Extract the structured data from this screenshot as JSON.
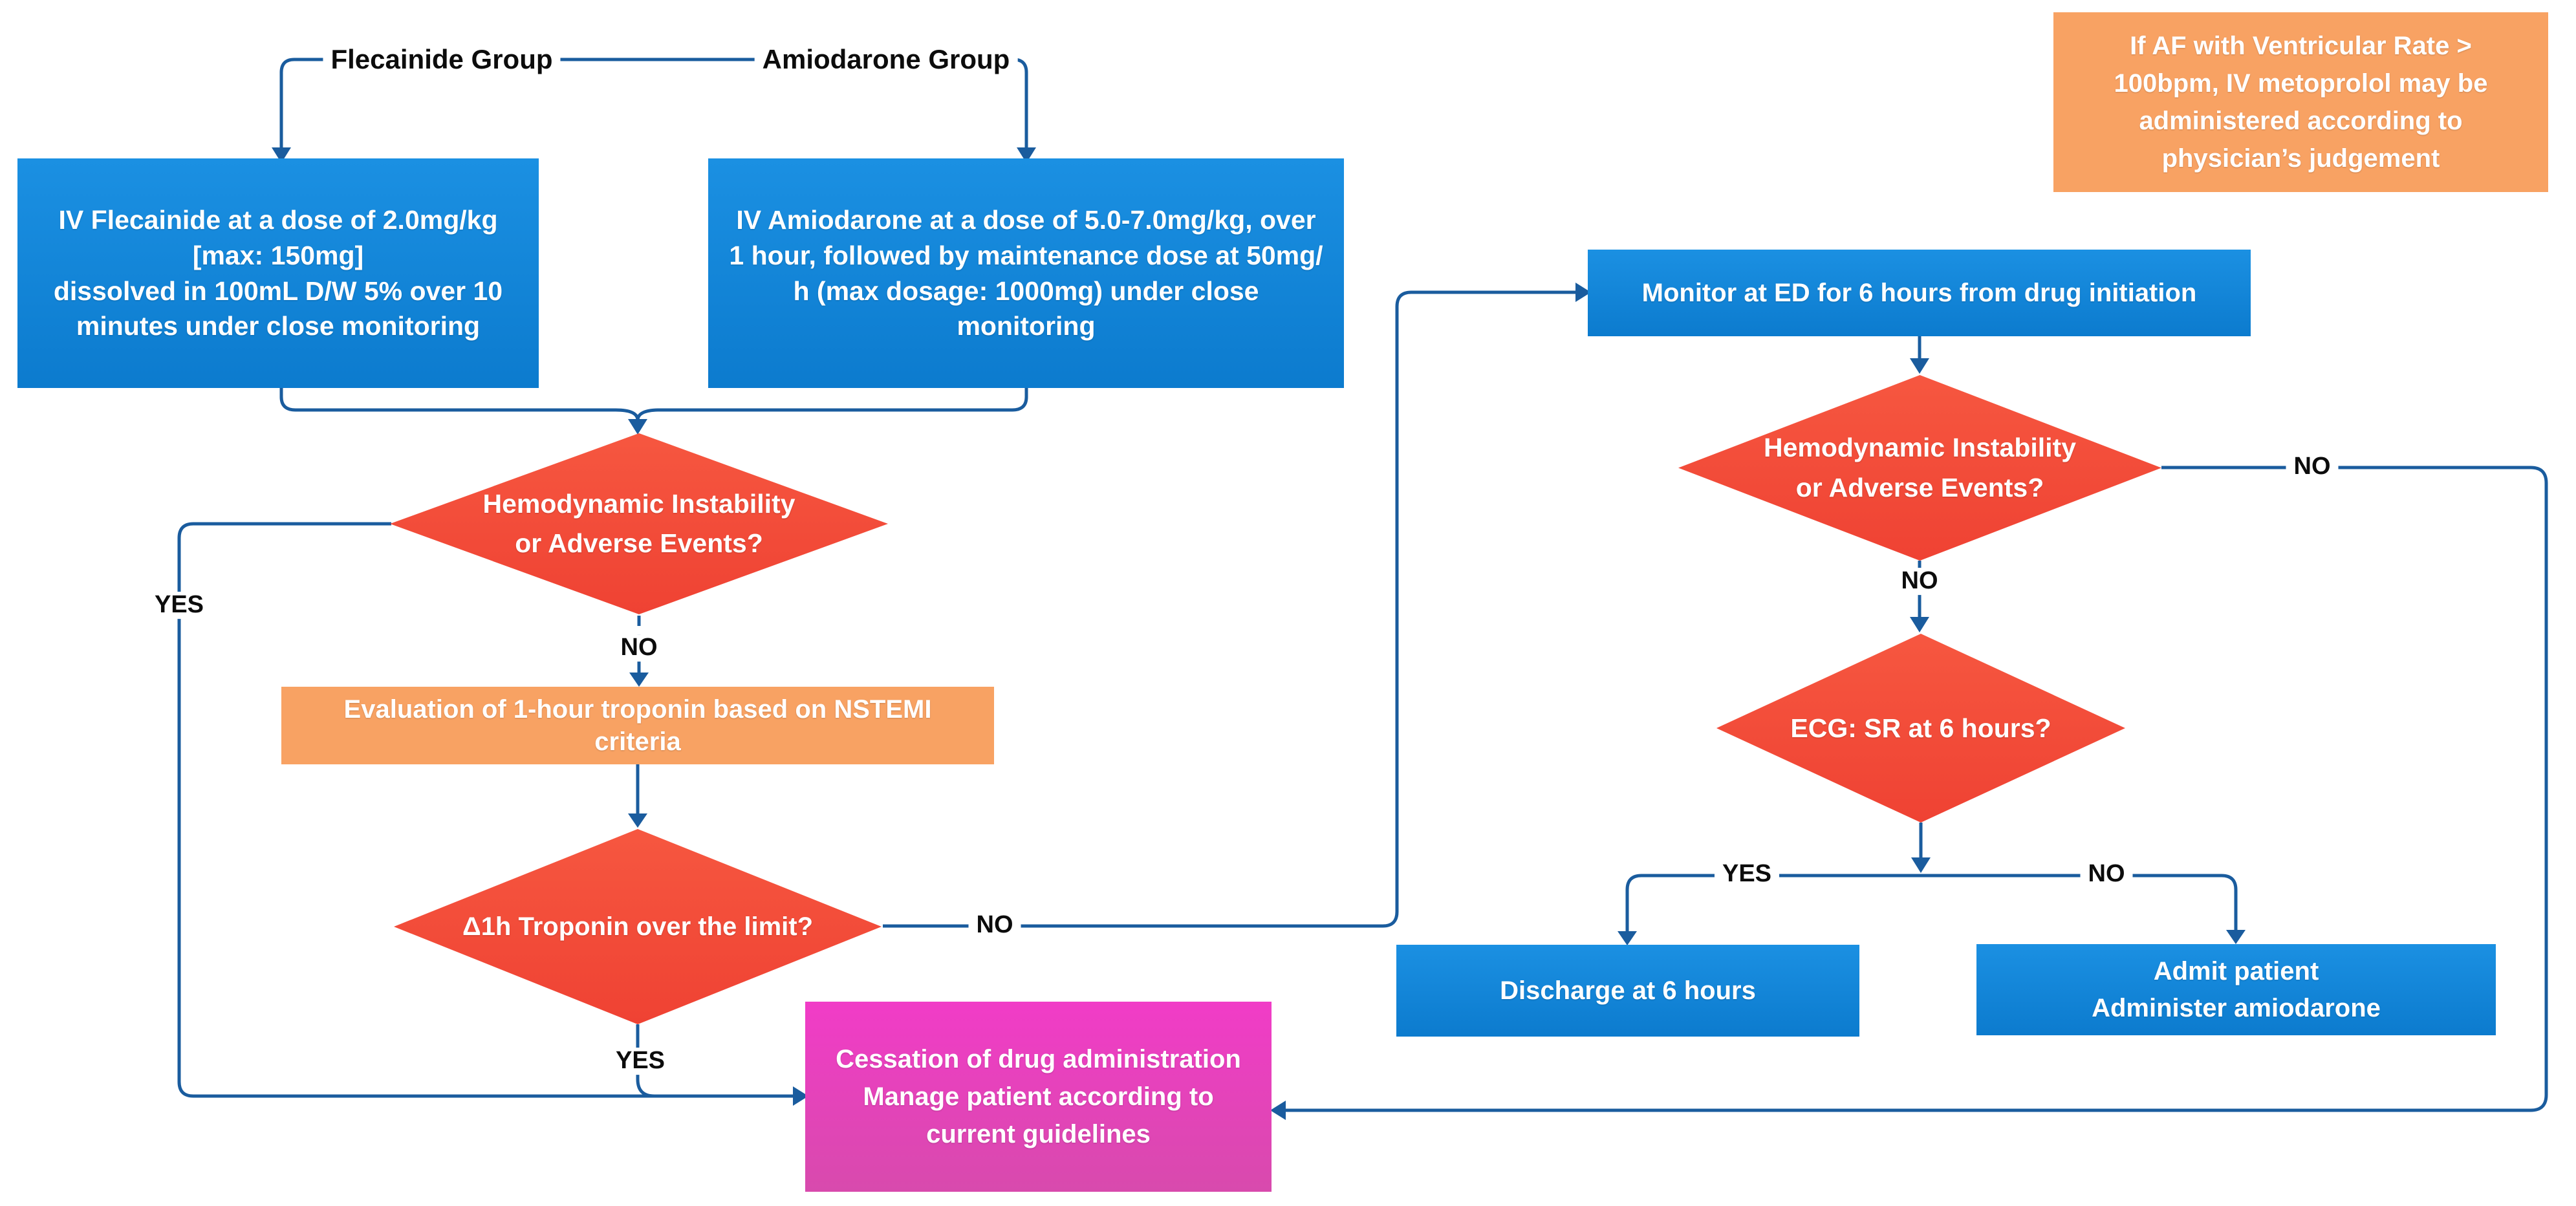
{
  "diagram": {
    "group_labels": {
      "flecainide": "Flecainide Group",
      "amiodarone": "Amiodarone Group"
    },
    "nodes": {
      "flecainide_box": {
        "lines": [
          "IV Flecainide at a dose of 2.0mg/kg",
          "[max: 150mg]",
          "dissolved in 100mL D/W 5% over 10",
          "minutes under close monitoring"
        ]
      },
      "amiodarone_box": {
        "lines": [
          "IV Amiodarone at a dose of 5.0-7.0mg/kg, over",
          "1 hour, followed by maintenance dose at 50mg/",
          "h (max dosage: 1000mg) under close",
          "monitoring"
        ]
      },
      "note_box": {
        "lines": [
          "If AF with Ventricular Rate >",
          "100bpm, IV metoprolol may be",
          "administered according to",
          "physician’s judgement"
        ]
      },
      "hemo1_diamond": {
        "lines": [
          "Hemodynamic Instability",
          "or Adverse Events?"
        ]
      },
      "eval_box": {
        "lines": [
          "Evaluation of 1-hour troponin based on NSTEMI",
          "criteria"
        ]
      },
      "troponin_diamond": {
        "lines": [
          "Δ1h Troponin over the limit?"
        ]
      },
      "monitor_box": {
        "lines": [
          "Monitor at ED for 6 hours from drug initiation"
        ]
      },
      "hemo2_diamond": {
        "lines": [
          "Hemodynamic Instability",
          "or Adverse Events?"
        ]
      },
      "ecg_diamond": {
        "lines": [
          "ECG: SR at 6 hours?"
        ]
      },
      "discharge_box": {
        "lines": [
          "Discharge at 6 hours"
        ]
      },
      "admit_box": {
        "lines": [
          "Admit patient",
          "Administer amiodarone"
        ]
      },
      "cessation_box": {
        "lines": [
          "Cessation of drug administration",
          "Manage patient according to",
          "current guidelines"
        ]
      }
    },
    "edge_labels": {
      "hemo1_yes": "YES",
      "hemo1_no": "NO",
      "troponin_no": "NO",
      "troponin_yes": "YES",
      "hemo2_no_right": "NO",
      "hemo2_no_down": "NO",
      "ecg_yes": "YES",
      "ecg_no": "NO"
    },
    "colors": {
      "process_blue": "#0f81d6",
      "decision_red": "#f54a38",
      "note_orange": "#f8a263",
      "terminal_magenta": "#ee3fc4",
      "connector_blue": "#1a5c9e",
      "label_text": "#0c0c0c"
    }
  }
}
